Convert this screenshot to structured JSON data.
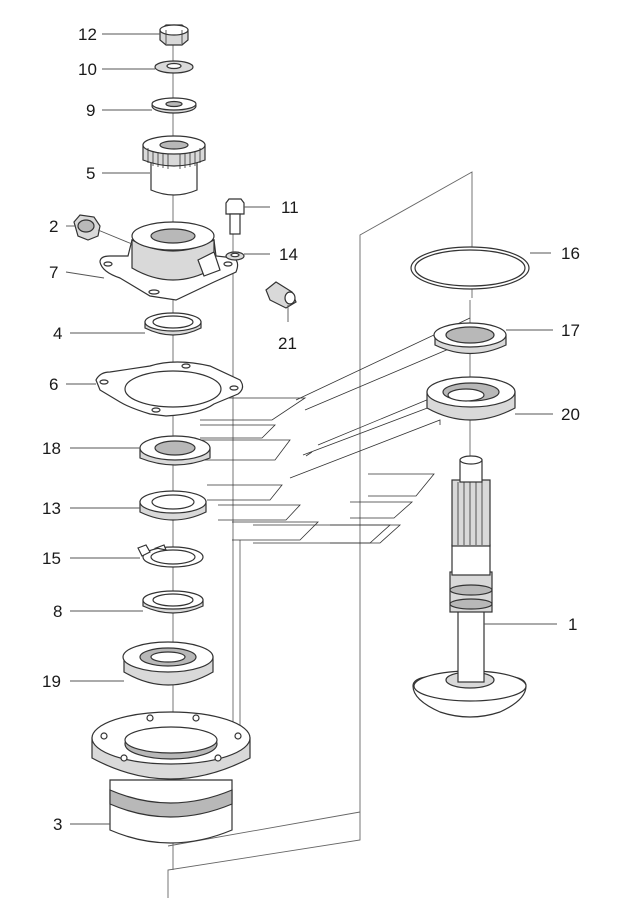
{
  "labels": {
    "p12": "12",
    "p10": "10",
    "p9": "9",
    "p5": "5",
    "p11": "11",
    "p2": "2",
    "p14": "14",
    "p16": "16",
    "p7": "7",
    "p21": "21",
    "p4": "4",
    "p17": "17",
    "p6": "6",
    "p20": "20",
    "p18": "18",
    "p13": "13",
    "p15": "15",
    "p8": "8",
    "p1": "1",
    "p19": "19",
    "p3": "3"
  }
}
